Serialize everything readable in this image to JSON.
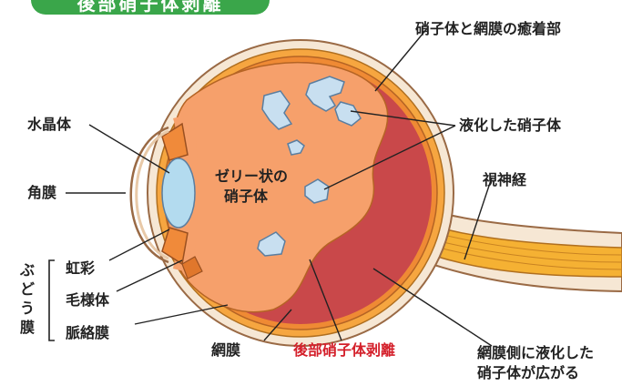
{
  "title": "後部硝子体剥離",
  "labels": {
    "adhesion": "硝子体と網膜の癒着部",
    "liquefied": "液化した硝子体",
    "lens": "水晶体",
    "cornea": "角膜",
    "optic_nerve": "視神経",
    "gel_line1": "ゼリー状の",
    "gel_line2": "硝子体",
    "iris": "虹彩",
    "ciliary": "毛様体",
    "choroid": "脈絡膜",
    "uvea": [
      "ぶ",
      "ど",
      "う",
      "膜"
    ],
    "retina": "網膜",
    "pvd": "後部硝子体剥離",
    "spread_line1": "網膜側に液化した",
    "spread_line2": "硝子体が広がる"
  },
  "colors": {
    "banner": "#3aa64a",
    "sclera": "#f6e7d4",
    "choroid": "#f6a640",
    "retina": "#ef8a34",
    "vitreous": "#f6a06b",
    "liquefied_space": "#c9484a",
    "lens": "#b3dbef",
    "pvd_label": "#d4202b"
  }
}
